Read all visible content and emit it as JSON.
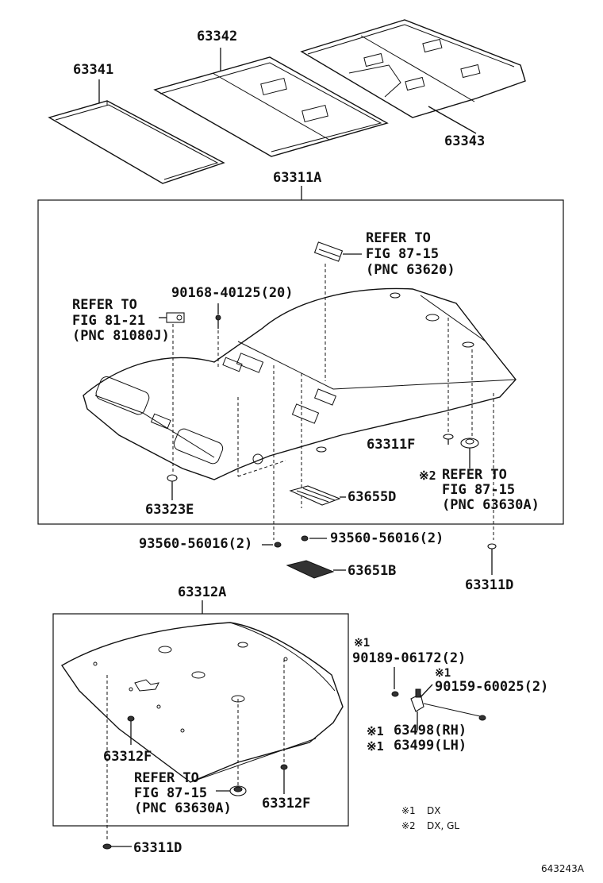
{
  "panels": {
    "p63341": "63341",
    "p63342": "63342",
    "p63343": "63343"
  },
  "assembly_a": {
    "title": "63311A",
    "ref_top": {
      "line1": "REFER TO",
      "line2": "FIG 87-15",
      "line3": "(PNC 63620)"
    },
    "ref_left": {
      "line1": "REFER TO",
      "line2": "FIG 81-21",
      "line3": "(PNC 81080J)"
    },
    "screw_top": "90168-40125(20)",
    "clip_f": "63311F",
    "ref_right": {
      "mark": "※2",
      "line1": "REFER TO",
      "line2": "FIG 87-15",
      "line3": "(PNC 63630A)"
    },
    "part_e": "63323E",
    "part_d": "63655D"
  },
  "below_a": {
    "screw_left": "93560-56016(2)",
    "screw_right": "93560-56016(2)",
    "part_b": "63651B",
    "clip_d": "63311D"
  },
  "assembly_b": {
    "title": "63312A",
    "clip_f_left": "63312F",
    "clip_f_right": "63312F",
    "ref": {
      "line1": "REFER TO",
      "line2": "FIG 87-15",
      "line3": "(PNC 63630A)"
    },
    "clip_d": "63311D"
  },
  "brackets": {
    "mark1": "※1",
    "screw1": "90189-06172(2)",
    "mark2": "※1",
    "screw2": "90159-60025(2)",
    "rh_mark": "※1",
    "rh": "63498(RH)",
    "lh_mark": "※1",
    "lh": "63499(LH)"
  },
  "legend": {
    "n1_mark": "※1",
    "n1_text": "DX",
    "n2_mark": "※2",
    "n2_text": "DX, GL"
  },
  "figure_id": "643243A"
}
